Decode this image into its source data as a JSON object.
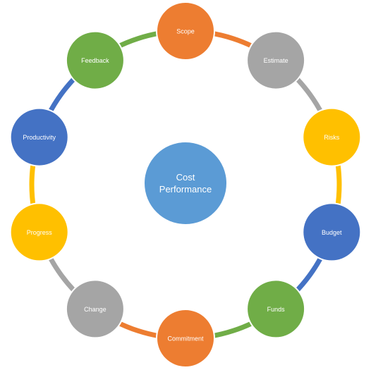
{
  "center": {
    "line1": "Cost",
    "line2": "Performance",
    "color": "#5B9BD5"
  },
  "nodes": [
    {
      "id": "scope",
      "label": "Scope",
      "color": "#ED7D31"
    },
    {
      "id": "estimate",
      "label": "Estimate",
      "color": "#A5A5A5"
    },
    {
      "id": "risks",
      "label": "Risks",
      "color": "#FFC000"
    },
    {
      "id": "budget",
      "label": "Budget",
      "color": "#4472C4"
    },
    {
      "id": "funds",
      "label": "Funds",
      "color": "#70AD47"
    },
    {
      "id": "commitment",
      "label": "Commitment",
      "color": "#ED7D31"
    },
    {
      "id": "change",
      "label": "Change",
      "color": "#A5A5A5"
    },
    {
      "id": "progress",
      "label": "Progress",
      "color": "#FFC000"
    },
    {
      "id": "productivity",
      "label": "Productivity",
      "color": "#4472C4"
    },
    {
      "id": "feedback",
      "label": "Feedback",
      "color": "#70AD47"
    }
  ],
  "connectors": [
    {
      "from": "scope",
      "to": "estimate",
      "color": "#ED7D31"
    },
    {
      "from": "estimate",
      "to": "risks",
      "color": "#A5A5A5"
    },
    {
      "from": "risks",
      "to": "budget",
      "color": "#FFC000"
    },
    {
      "from": "budget",
      "to": "funds",
      "color": "#4472C4"
    },
    {
      "from": "funds",
      "to": "commitment",
      "color": "#70AD47"
    },
    {
      "from": "commitment",
      "to": "change",
      "color": "#ED7D31"
    },
    {
      "from": "change",
      "to": "progress",
      "color": "#A5A5A5"
    },
    {
      "from": "progress",
      "to": "productivity",
      "color": "#FFC000"
    },
    {
      "from": "productivity",
      "to": "feedback",
      "color": "#4472C4"
    },
    {
      "from": "feedback",
      "to": "scope",
      "color": "#70AD47"
    }
  ]
}
